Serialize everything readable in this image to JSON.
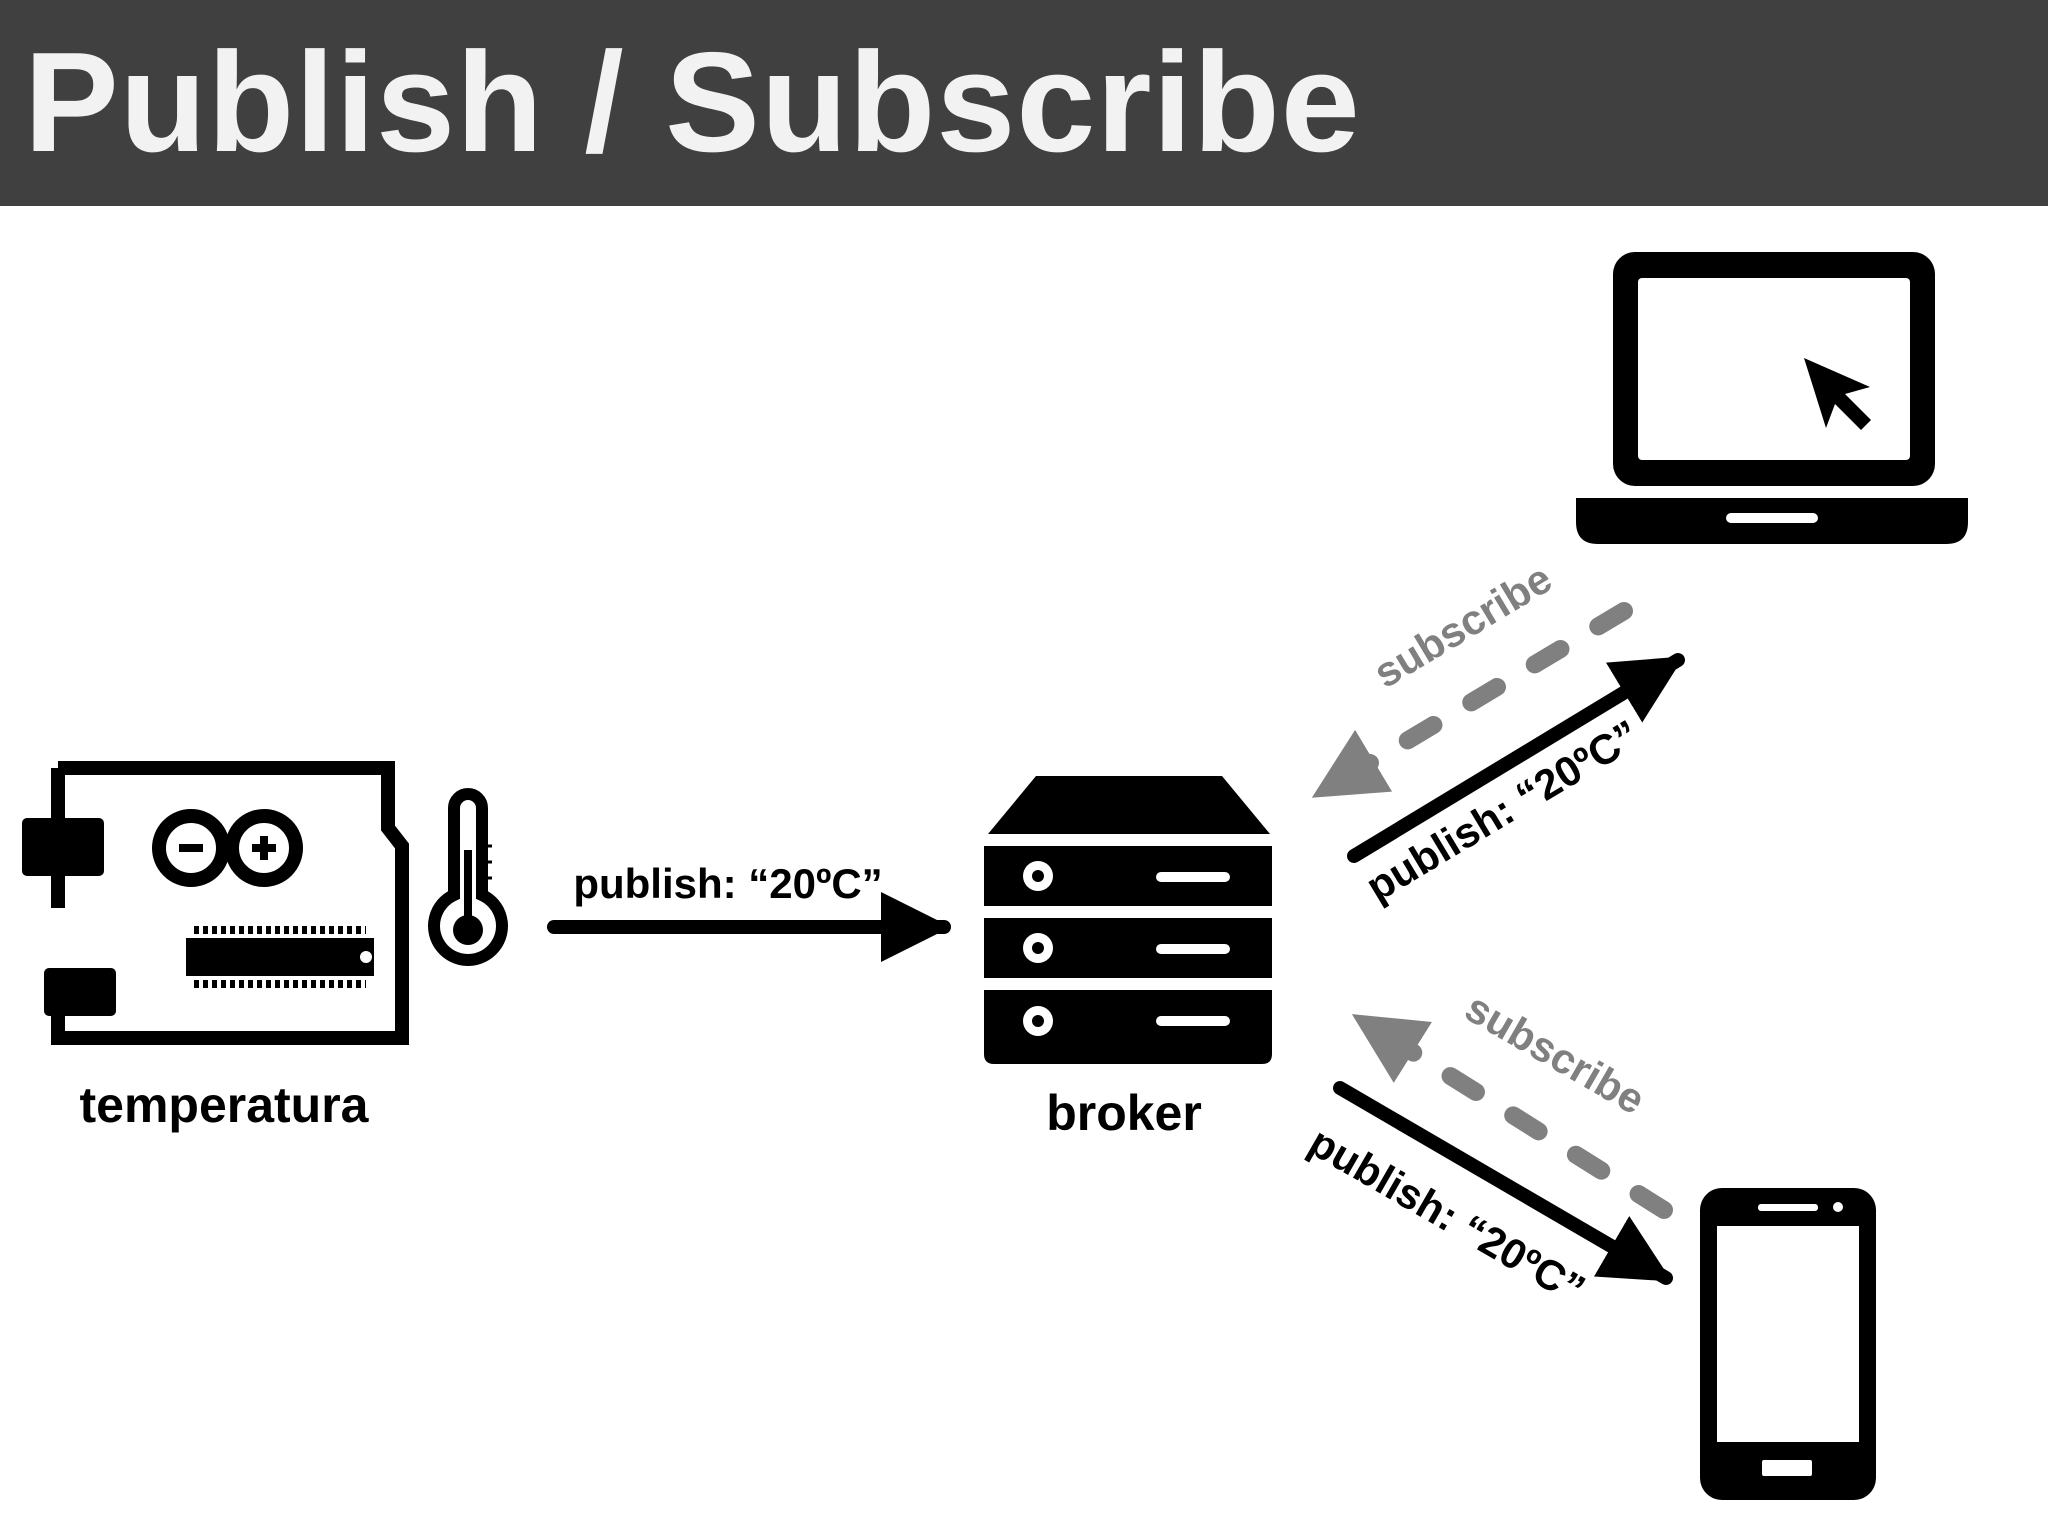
{
  "title": "Publish / Subscribe",
  "nodes": {
    "sensor": "temperatura",
    "broker": "broker"
  },
  "edges": {
    "sensor_to_broker": "publish: “20ºC”",
    "broker_to_laptop": "publish: “20ºC”",
    "laptop_to_broker": "subscribe",
    "broker_to_phone": "publish: “20ºC”",
    "phone_to_broker": "subscribe"
  },
  "colors": {
    "title_bar": "#404040",
    "title_text": "#f2f2f2",
    "publish": "#000000",
    "subscribe": "#808080"
  },
  "icons": {
    "sensor": "arduino-board-icon",
    "thermometer": "thermometer-icon",
    "broker": "server-icon",
    "laptop": "laptop-icon",
    "phone": "smartphone-icon"
  }
}
